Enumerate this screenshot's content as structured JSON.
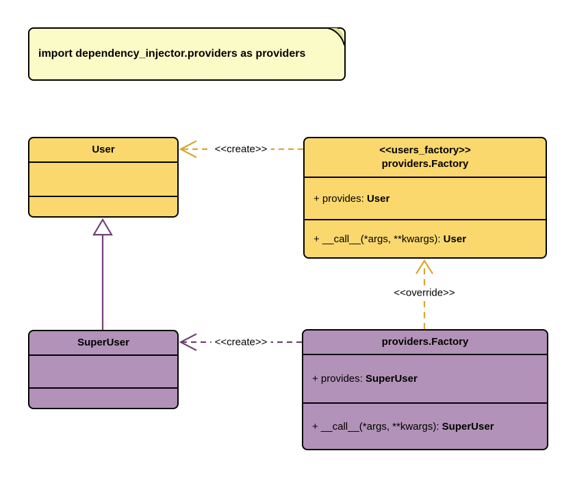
{
  "note": {
    "text": "import dependency_injector.providers as providers"
  },
  "classes": {
    "user": {
      "name": "User"
    },
    "superuser": {
      "name": "SuperUser"
    },
    "users_factory": {
      "stereotype": "<<users_factory>>",
      "name": "providers.Factory",
      "provides_prefix": "+ provides: ",
      "provides_type": "User",
      "call_prefix": "+ __call__(*args, **kwargs): ",
      "call_type": "User"
    },
    "superusers_factory": {
      "name": "providers.Factory",
      "provides_prefix": "+ provides: ",
      "provides_type": "SuperUser",
      "call_prefix": "+ __call__(*args, **kwargs): ",
      "call_type": "SuperUser"
    }
  },
  "edges": {
    "create_user_label": "<<create>>",
    "create_superuser_label": "<<create>>",
    "override_label": "<<override>>"
  },
  "colors": {
    "class_gold_fill": "#FBD86D",
    "class_mauve_fill": "#B292B8",
    "note_fill": "#FBFBC8",
    "note_fold_shade": "#E0E09A",
    "arrow_gold": "#D9A62B",
    "arrow_purple": "#703F75",
    "border": "#000000"
  }
}
